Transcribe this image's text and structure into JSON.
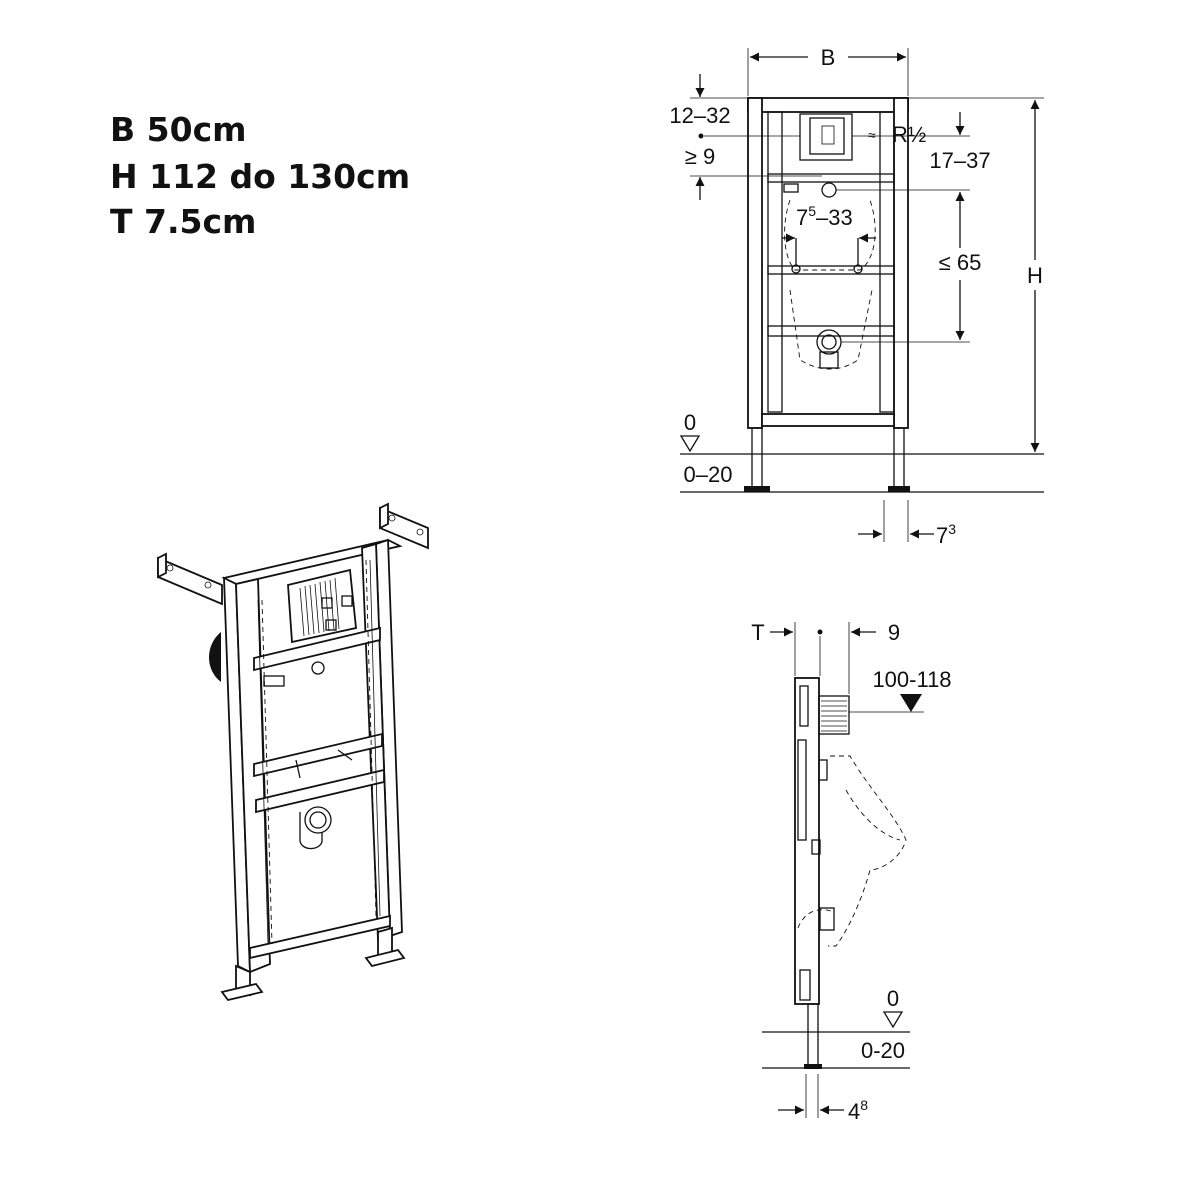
{
  "specs": {
    "width_line": "B 50cm",
    "height_line": "H 112 do 130cm",
    "depth_line": "T 7.5cm"
  },
  "front_view": {
    "width_label": "B",
    "top_range": "12–32",
    "min_gap": "≥ 9",
    "pipe_thread": "R½",
    "inlet_range": "17–37",
    "spacing_base": "7",
    "spacing_sup": "5",
    "spacing_rest": "–33",
    "outlet_max": "≤ 65",
    "height_label": "H",
    "floor_zero": "0",
    "floor_range": "0–20",
    "foot_base": "7",
    "foot_sup": "3"
  },
  "side_view": {
    "depth_label": "T",
    "offset": "9",
    "height_range": "100-118",
    "floor_zero": "0",
    "floor_range": "0-20",
    "foot_base": "4",
    "foot_sup": "8"
  }
}
